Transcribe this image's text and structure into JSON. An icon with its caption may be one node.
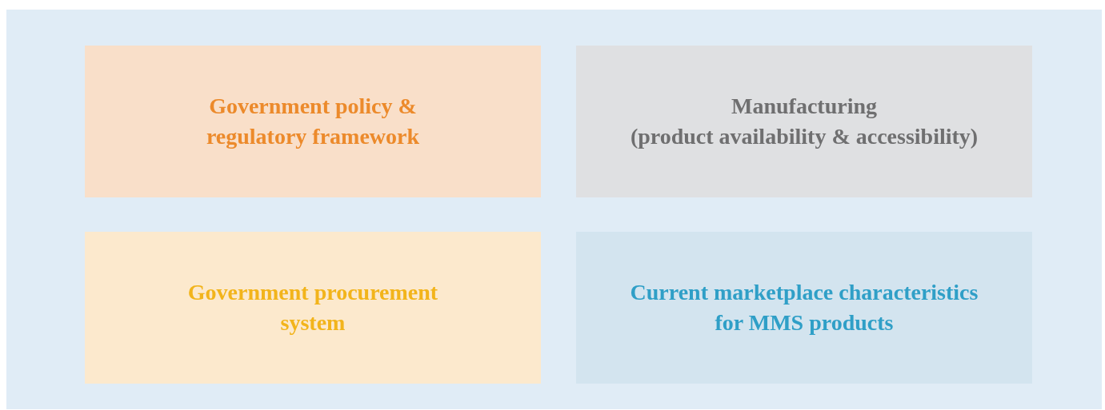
{
  "diagram": {
    "nodes": [
      {
        "text": [
          "Government policy & regulatory framework"
        ]
      },
      {
        "text": [
          "Manufacturing",
          "(product availability & accessibility)"
        ]
      },
      {
        "text": [
          "Government procurement system"
        ]
      },
      {
        "text": [
          "Current marketplace characteristics for MMS products"
        ]
      }
    ]
  }
}
